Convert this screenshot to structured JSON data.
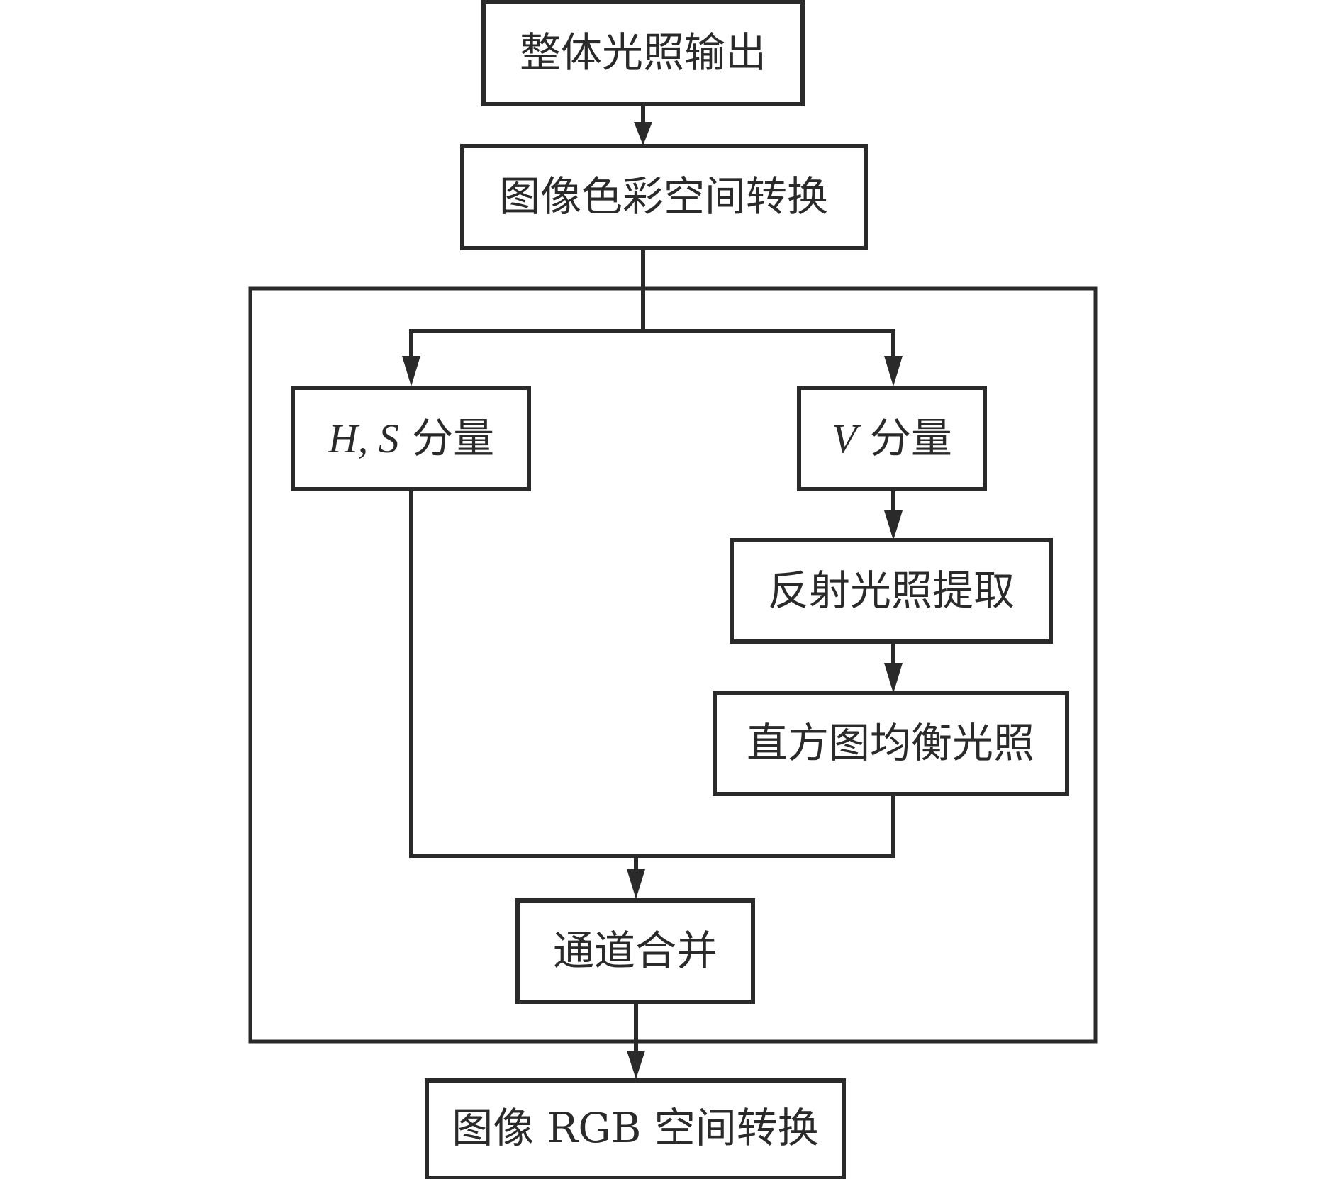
{
  "diagram": {
    "type": "flowchart",
    "stroke_color": "#2a2a2a",
    "background": "#ffffff",
    "nodes": {
      "overall_light_output": {
        "text": "整体光照输出"
      },
      "color_space_conversion": {
        "text": "图像色彩空间转换"
      },
      "hs_component": {
        "var": "H, S",
        "text": " 分量"
      },
      "v_component": {
        "var": "V",
        "text": " 分量"
      },
      "reflected_light_extraction": {
        "text": "反射光照提取"
      },
      "histogram_equalized_light": {
        "text": "直方图均衡光照"
      },
      "channel_merge": {
        "text": "通道合并"
      },
      "rgb_space_conversion": {
        "text": "图像 RGB 空间转换"
      }
    },
    "edges": [
      {
        "from": "overall_light_output",
        "to": "color_space_conversion"
      },
      {
        "from": "color_space_conversion",
        "to": "hs_component"
      },
      {
        "from": "color_space_conversion",
        "to": "v_component"
      },
      {
        "from": "v_component",
        "to": "reflected_light_extraction"
      },
      {
        "from": "reflected_light_extraction",
        "to": "histogram_equalized_light"
      },
      {
        "from": "hs_component",
        "to": "channel_merge"
      },
      {
        "from": "histogram_equalized_light",
        "to": "channel_merge"
      },
      {
        "from": "channel_merge",
        "to": "rgb_space_conversion"
      }
    ],
    "groups": [
      {
        "name": "hsv-processing-group",
        "contains": [
          "hs_component",
          "v_component",
          "reflected_light_extraction",
          "histogram_equalized_light",
          "channel_merge"
        ]
      }
    ]
  }
}
